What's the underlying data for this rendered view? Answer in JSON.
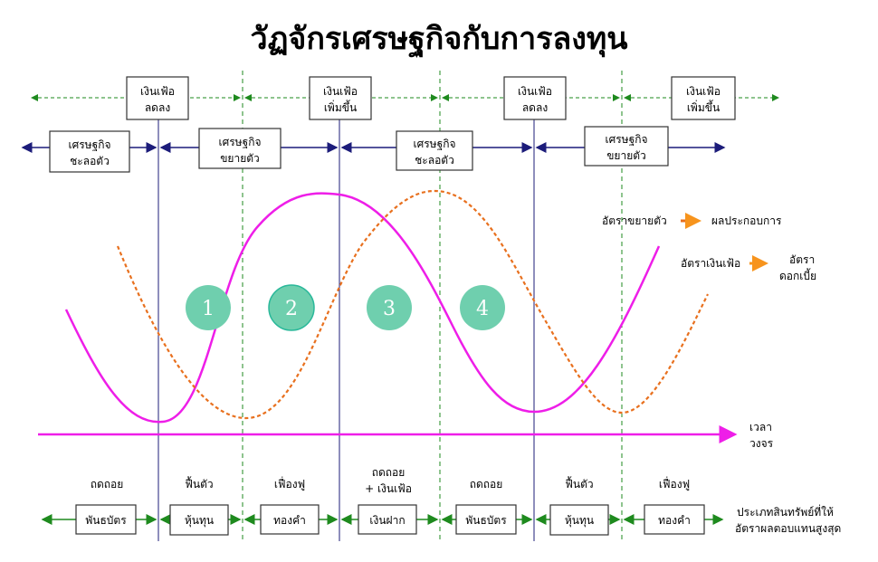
{
  "title": "วัฏจักรเศรษฐกิจกับการลงทุน",
  "inflation_row": [
    {
      "l1": "เงินเฟ้อ",
      "l2": "ลดลง"
    },
    {
      "l1": "เงินเฟ้อ",
      "l2": "เพิ่มขึ้น"
    },
    {
      "l1": "เงินเฟ้อ",
      "l2": "ลดลง"
    },
    {
      "l1": "เงินเฟ้อ",
      "l2": "เพิ่มขึ้น"
    }
  ],
  "economy_row": [
    {
      "l1": "เศรษฐกิจ",
      "l2": "ชะลอตัว"
    },
    {
      "l1": "เศรษฐกิจ",
      "l2": "ขยายตัว"
    },
    {
      "l1": "เศรษฐกิจ",
      "l2": "ชะลอตัว"
    },
    {
      "l1": "เศรษฐกิจ",
      "l2": "ขยายตัว"
    }
  ],
  "phases": [
    "1",
    "2",
    "3",
    "4"
  ],
  "legend": {
    "growth": "อัตราขยายตัว",
    "growth_target": "ผลประกอบการ",
    "inflation": "อัตราเงินเฟ้อ",
    "inflation_target_1": "อัตรา",
    "inflation_target_2": "ดอกเบี้ย"
  },
  "axis": {
    "l1": "เวลา",
    "l2": "วงจร"
  },
  "stages": [
    {
      "l1": "",
      "l2": "ถดถอย",
      "asset": "พันธบัตร"
    },
    {
      "l1": "",
      "l2": "ฟื้นตัว",
      "asset": "หุ้นทุน"
    },
    {
      "l1": "",
      "l2": "เฟื่องฟู",
      "asset": "ทองคำ"
    },
    {
      "l1": "ถดถอย",
      "l2": "+ เงินเฟ้อ",
      "asset": "เงินฝาก"
    },
    {
      "l1": "",
      "l2": "ถดถอย",
      "asset": "พันธบัตร"
    },
    {
      "l1": "",
      "l2": "ฟื้นตัว",
      "asset": "หุ้นทุน"
    },
    {
      "l1": "",
      "l2": "เฟื่องฟู",
      "asset": "ทองคำ"
    }
  ],
  "asset_caption": {
    "l1": "ประเภทสินทรัพย์ที่ให้",
    "l2": "อัตราผลตอบแทนสูงสุด"
  },
  "colors": {
    "growth": "#ee1ee8",
    "inflation": "#e8701e",
    "green": "#1e8a1e",
    "navy": "#1c1c7a",
    "circle": "#6fcfae",
    "legend_arrow": "#f7941d"
  }
}
